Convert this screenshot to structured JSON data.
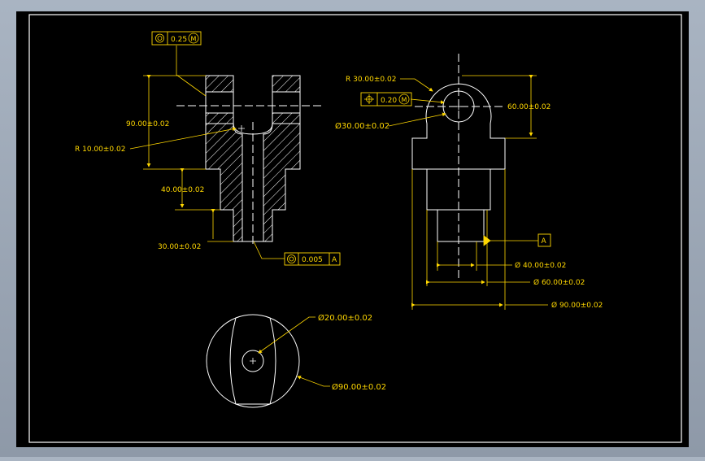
{
  "drawing": {
    "colors": {
      "background": "#000000",
      "frame": "#ffffff",
      "geometry": "#ffffff",
      "dimension": "#ffd700"
    },
    "front_view": {
      "tolerance_frame": {
        "symbol": "concentricity-symbol",
        "value": "0.25",
        "modifier": "M"
      },
      "dim_height": "90.00±0.02",
      "dim_radius": "R 10.00±0.02",
      "dim_shank": "40.00±0.02",
      "dim_tip": "30.00±0.02",
      "bottom_frame": {
        "symbol": "concentricity-symbol",
        "value": "0.005",
        "datum": "A"
      }
    },
    "side_view": {
      "dim_radius": "R 30.00±0.02",
      "position_frame": {
        "symbol": "position-symbol",
        "value": "0.20",
        "modifier": "M"
      },
      "dim_hole": "Ø30.00±0.02",
      "dim_height": "60.00±0.02",
      "datum_label": "A",
      "dim_d40": "Ø 40.00±0.02",
      "dim_d60": "Ø 60.00±0.02",
      "dim_d90": "Ø 90.00±0.02"
    },
    "bottom_view": {
      "dim_small": "Ø20.00±0.02",
      "dim_large": "Ø90.00±0.02"
    }
  }
}
